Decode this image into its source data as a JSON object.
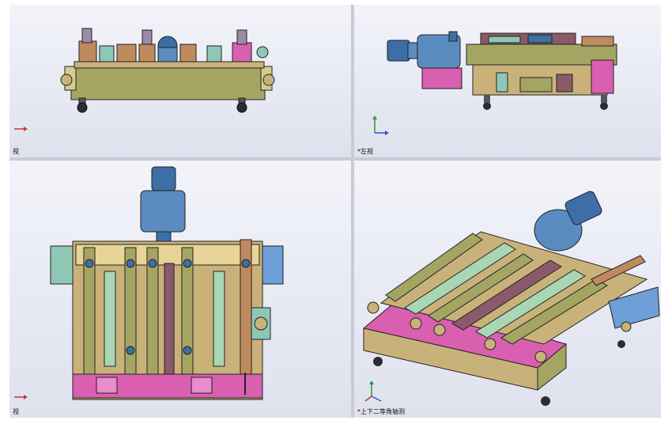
{
  "viewports": {
    "top_left": {
      "label": "视"
    },
    "top_right": {
      "label": "*左视"
    },
    "bottom_left": {
      "label": "视"
    },
    "bottom_right": {
      "label": "*上下二等角轴测"
    }
  },
  "colors": {
    "base_pink": "#d95fb0",
    "frame_tan": "#c9b27a",
    "motor_blue": "#3d6fa6",
    "gearbox_blue": "#5a8cc0",
    "roller_green": "#a9d6b4",
    "rail_olive": "#a4a562",
    "copper": "#c08a5f",
    "plate_teal": "#8ec8b5",
    "guard_blue": "#6e9fd8"
  }
}
